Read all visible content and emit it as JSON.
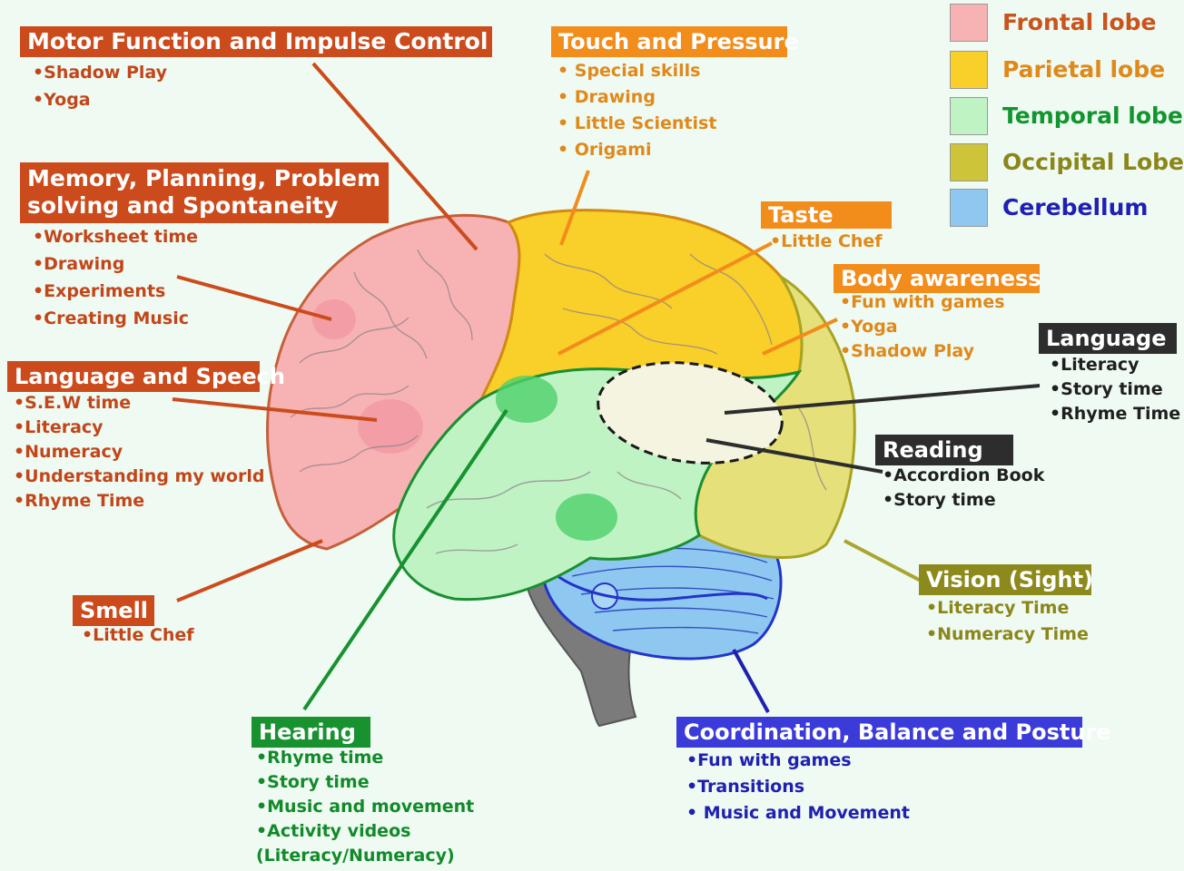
{
  "legend": [
    {
      "label": "Frontal lobe",
      "color": "#f7b3b3",
      "text_color": "#c9541c"
    },
    {
      "label": "Parietal lobe",
      "color": "#f9cf2a",
      "text_color": "#e0891a"
    },
    {
      "label": "Temporal lobe",
      "color": "#bff3c4",
      "text_color": "#12952e"
    },
    {
      "label": "Occipital Lobe",
      "color": "#cdc43a",
      "text_color": "#8b8619"
    },
    {
      "label": "Cerebellum",
      "color": "#8ec8f0",
      "text_color": "#1f1fb5"
    }
  ],
  "callouts": {
    "motor": {
      "title": "Motor Function and Impulse Control",
      "items": [
        "•Shadow Play",
        "•Yoga"
      ]
    },
    "memory": {
      "title_line1": "Memory, Planning, Problem",
      "title_line2": "solving and Spontaneity",
      "items": [
        "•Worksheet time",
        "•Drawing",
        "•Experiments",
        "•Creating Music"
      ]
    },
    "language_speech": {
      "title": "Language and Speech",
      "items": [
        "•S.E.W time",
        "•Literacy",
        "•Numeracy",
        "•Understanding  my world",
        "•Rhyme Time"
      ]
    },
    "smell": {
      "title": "Smell",
      "items": [
        "•Little Chef"
      ]
    },
    "touch": {
      "title": "Touch and Pressure",
      "items": [
        "• Special skills",
        "• Drawing",
        "• Little Scientist",
        "• Origami"
      ]
    },
    "taste": {
      "title": "Taste",
      "items": [
        "•Little Chef"
      ]
    },
    "body": {
      "title": "Body awareness",
      "items": [
        "•Fun with games",
        "•Yoga",
        "•Shadow Play"
      ]
    },
    "language": {
      "title": "Language",
      "items": [
        "•Literacy",
        "•Story time",
        "•Rhyme Time"
      ]
    },
    "reading": {
      "title": "Reading",
      "items": [
        "•Accordion Book",
        "•Story time"
      ]
    },
    "vision": {
      "title": "Vision (Sight)",
      "items": [
        "•Literacy Time",
        "•Numeracy Time"
      ]
    },
    "hearing": {
      "title": "Hearing",
      "items": [
        "•Rhyme time",
        "•Story time",
        "•Music and movement",
        "•Activity videos",
        "(Literacy/Numeracy)"
      ]
    },
    "coordination": {
      "title": "Coordination, Balance and Posture",
      "items": [
        "•Fun with games",
        "•Transitions",
        "• Music and Movement"
      ]
    }
  }
}
